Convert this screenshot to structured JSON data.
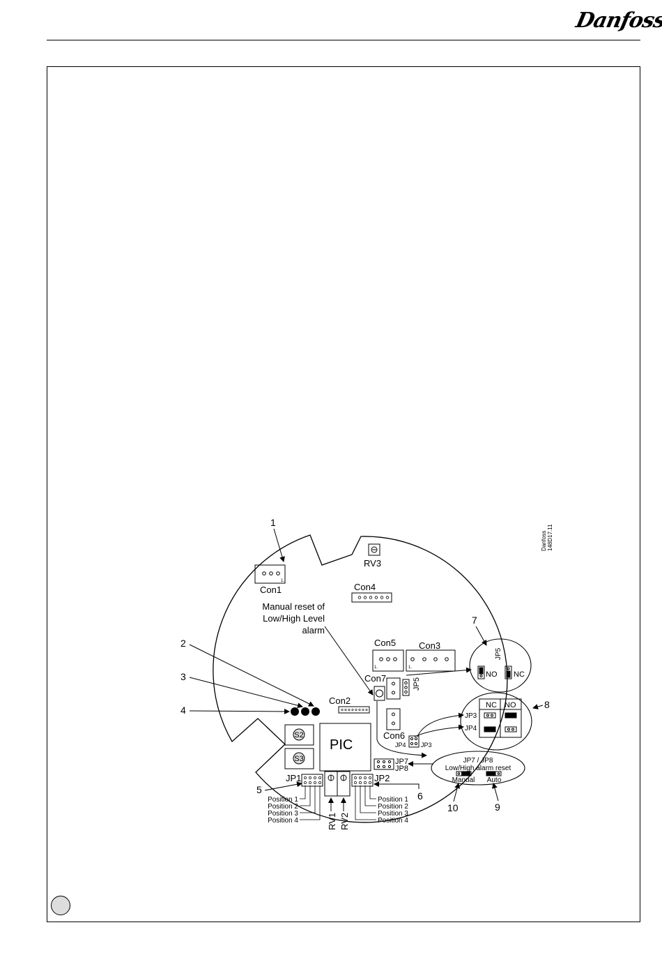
{
  "header": {
    "logo": "Danfoss"
  },
  "document_code": [
    "Danfoss",
    "148D17.11"
  ],
  "connectors": {
    "con1": "Con1",
    "con2": "Con2",
    "con3": "Con3",
    "con4": "Con4",
    "con5": "Con5",
    "con6": "Con6",
    "con7": "Con7"
  },
  "components": {
    "rv1": "RV1",
    "rv2": "RV2",
    "rv3": "RV3",
    "pic": "PIC",
    "s2": "S2",
    "s3": "S3"
  },
  "jumpers": {
    "jp1": "JP1",
    "jp2": "JP2",
    "jp3": "JP3",
    "jp4": "JP4",
    "jp5": "JP5",
    "jp7": "JP7",
    "jp8": "JP8"
  },
  "manual_reset_label": [
    "Manual reset of",
    "Low/High Level",
    "alarm"
  ],
  "positions": [
    "Position 1",
    "Position 2",
    "Position 3",
    "Position 4"
  ],
  "callouts": [
    "1",
    "2",
    "3",
    "4",
    "5",
    "6",
    "7",
    "8",
    "9",
    "10"
  ],
  "jp5_detail": {
    "title": "JP5",
    "no": "NO",
    "nc": "NC"
  },
  "jp34_detail": {
    "nc": "NC",
    "no": "NO",
    "jp3": "JP3",
    "jp4": "JP4"
  },
  "jp78_detail": {
    "title": "JP7 / JP8",
    "subtitle": "Low/High alarm reset",
    "manual": "Manual",
    "auto": "Auto"
  },
  "pin_marker": "1."
}
